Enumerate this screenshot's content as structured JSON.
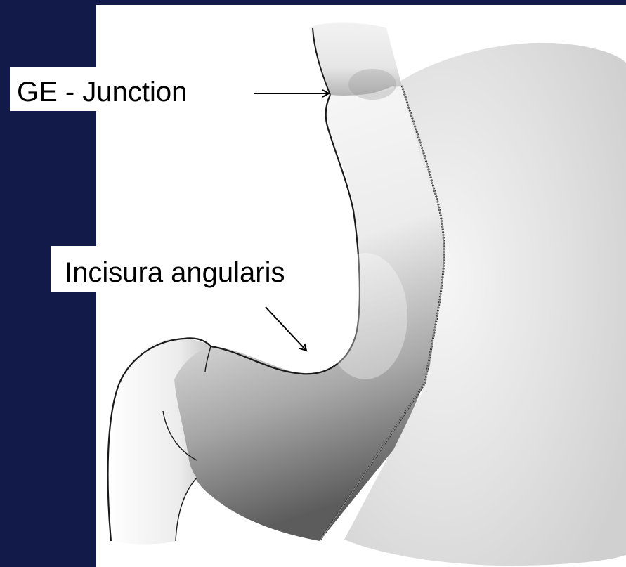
{
  "labels": {
    "ge_junction": "GE - Junction",
    "incisura_angularis": "Incisura angularis"
  },
  "colors": {
    "background": "#121a4a",
    "panel": "#ffffff",
    "stomach_outer": "#dcdcdc",
    "stomach_inner_light": "#f4f4f4",
    "stomach_inner_dark": "#6e6e6e",
    "outline": "#1a1a1a",
    "arrow": "#000000"
  },
  "icons": {
    "stomach": "stomach-illustration",
    "arrow_ge": "arrow-right-icon",
    "arrow_incisura": "arrow-down-right-icon"
  }
}
